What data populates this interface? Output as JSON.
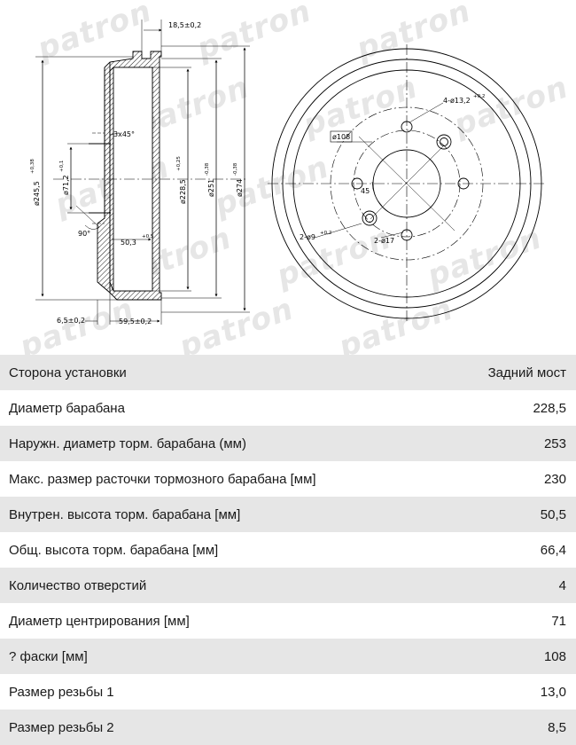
{
  "watermark": "patron",
  "drawing": {
    "dims_side": {
      "top_width": "18,5±0,2",
      "chamfer": "3x45°",
      "d_245_5": "ø245,5",
      "d_245_5_tol": "+0,38",
      "d_245_5_tol2": "0",
      "d_71_2": "ø71,2",
      "d_71_2_tol": "+0,1",
      "d_71_2_tol2": "0",
      "d_228_5": "ø228,5",
      "d_228_5_tol": "+0,25",
      "d_228_5_tol2": "0",
      "d_251": "ø251",
      "d_251_tol": "0",
      "d_251_tol2": "-0,38",
      "d_274": "ø274",
      "d_274_tol": "0",
      "d_274_tol2": "-0,38",
      "angle": "90°",
      "inner_height": "50,3",
      "inner_height_tol": "+0,5",
      "inner_height_tol2": "0",
      "bottom_left": "6,5±0,2",
      "bottom_width": "59,5±0,2"
    },
    "dims_front": {
      "holes_4": "4-ø13,2",
      "holes_4_tol": "+0,2",
      "holes_4_tol2": "0",
      "pcd": "ø108",
      "angle": "45",
      "holes_2a": "2-ø9",
      "holes_2a_tol": "+0,2",
      "holes_2a_tol2": "0",
      "holes_2b": "2-ø17"
    }
  },
  "specs": [
    {
      "label": "Сторона установки",
      "value": "Задний мост"
    },
    {
      "label": "Диаметр барабана",
      "value": "228,5"
    },
    {
      "label": "Наружн. диаметр торм. барабана (мм)",
      "value": "253"
    },
    {
      "label": "Макс. размер расточки тормозного барабана [мм]",
      "value": "230"
    },
    {
      "label": "Внутрен. высота торм. барабана [мм]",
      "value": "50,5"
    },
    {
      "label": "Общ. высота торм. барабана [мм]",
      "value": "66,4"
    },
    {
      "label": "Количество отверстий",
      "value": "4"
    },
    {
      "label": "Диаметр центрирования [мм]",
      "value": "71"
    },
    {
      "label": "? фаски [мм]",
      "value": "108"
    },
    {
      "label": "Размер резьбы 1",
      "value": "13,0"
    },
    {
      "label": "Размер резьбы 2",
      "value": "8,5"
    }
  ]
}
